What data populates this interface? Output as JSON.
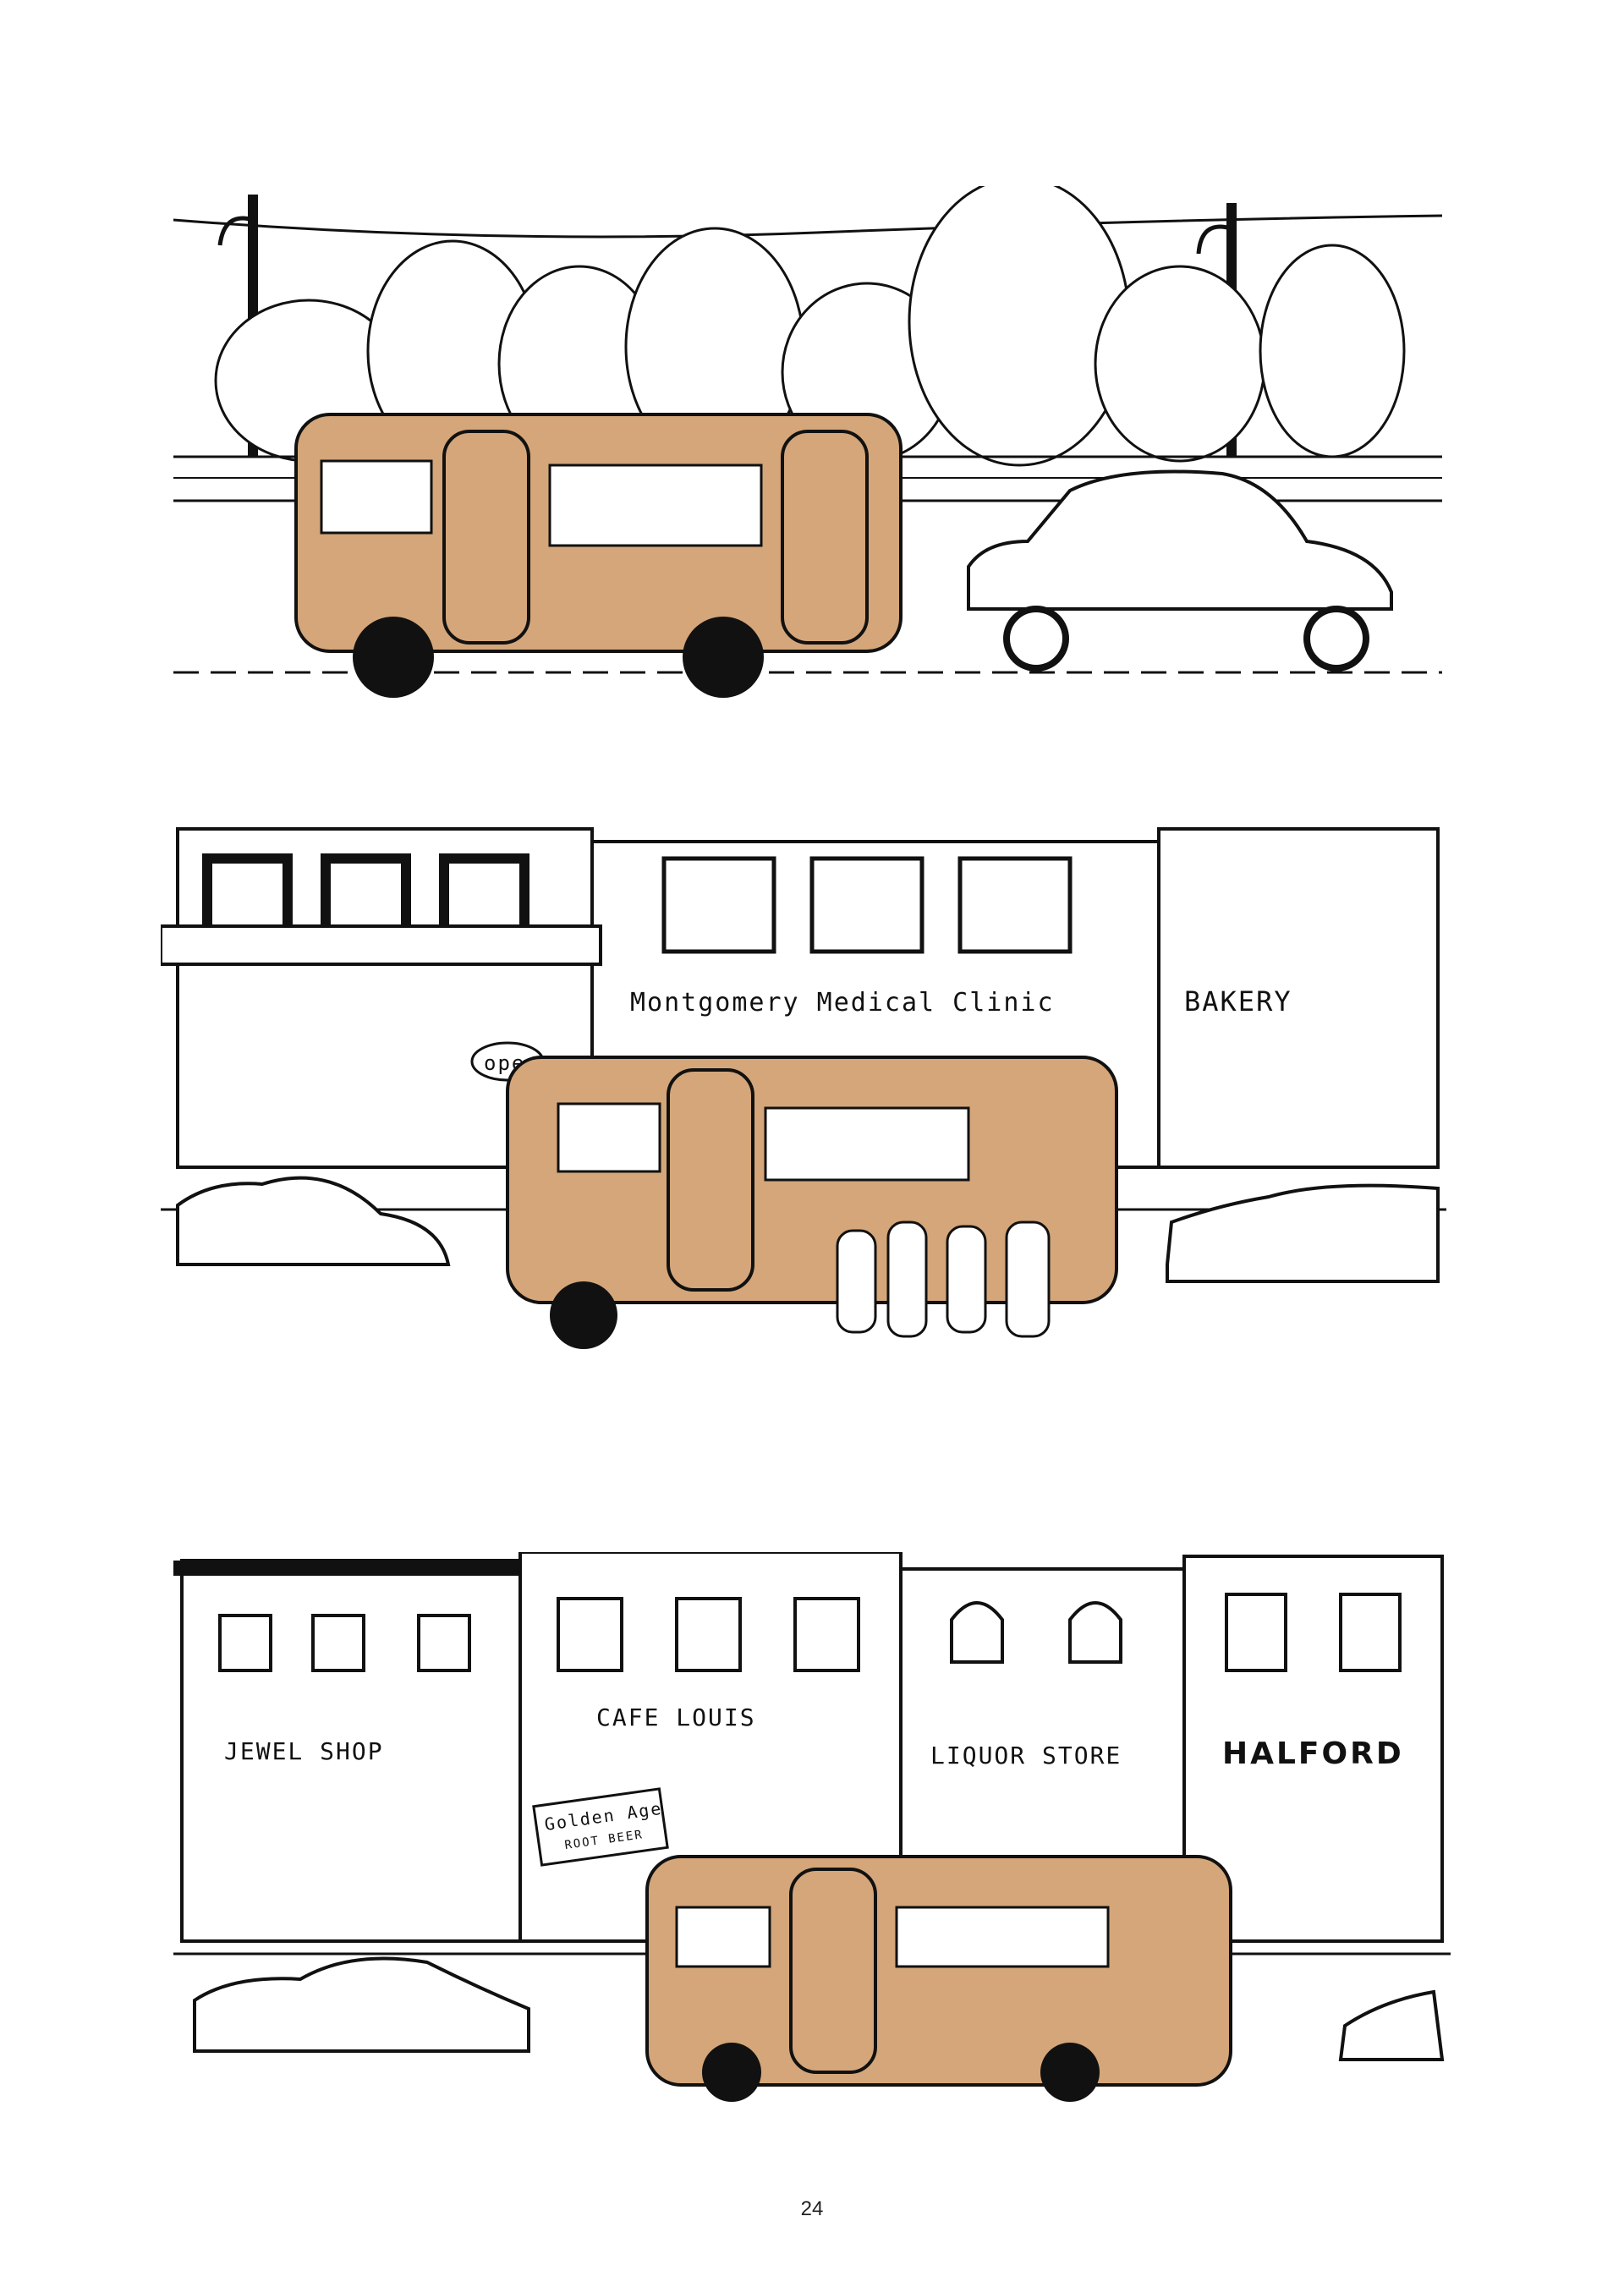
{
  "page": {
    "number": "24"
  },
  "colors": {
    "bus": "#d4a679",
    "ink": "#111111",
    "paper": "#ffffff"
  },
  "panel_2": {
    "signs": {
      "clinic": "Montgomery Medical Clinic",
      "bakery": "BAKERY",
      "open": "open"
    }
  },
  "panel_3": {
    "signs": {
      "jewel": "JEWEL SHOP",
      "cafe": "CAFE LOUIS",
      "liquor": "LIQUOR STORE",
      "halford": "HALFORD",
      "rootbeer_line1": "Golden Age",
      "rootbeer_line2": "ROOT BEER"
    }
  }
}
